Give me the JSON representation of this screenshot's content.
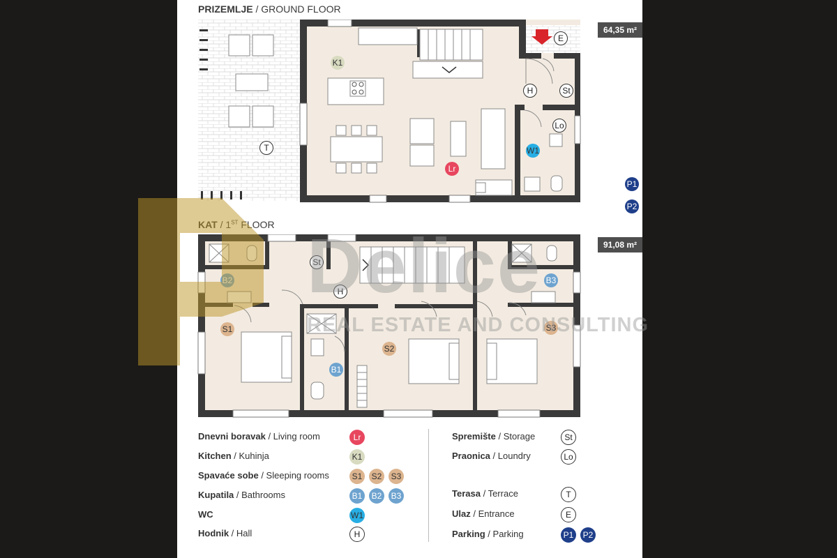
{
  "ground_floor": {
    "title_local": "PRIZEMLJE",
    "title_sep": " / ",
    "title_en": "GROUND FLOOR",
    "area": "64,35 m²",
    "rooms": {
      "kitchen": "K1",
      "living": "Lr",
      "hall": "H",
      "storage": "St",
      "laundry": "Lo",
      "wc": "W1",
      "terrace": "T",
      "entrance": "E"
    },
    "parking": [
      "P1",
      "P2"
    ]
  },
  "first_floor": {
    "title_local": "KAT",
    "title_sep": " / ",
    "title_num": "1",
    "title_sup": "ST",
    "title_en": " FLOOR",
    "area": "91,08 m²",
    "rooms": {
      "bath2": "B2",
      "storage": "St",
      "hall": "H",
      "bath3": "B3",
      "sleep1": "S1",
      "sleep2": "S2",
      "sleep3": "S3",
      "bath1": "B1"
    }
  },
  "legend": {
    "left": [
      {
        "bold": "Dnevni boravak",
        "rest": " / Living room",
        "icons": [
          {
            "label": "Lr",
            "style": "c-red"
          }
        ]
      },
      {
        "bold": "Kitchen",
        "rest": " / Kuhinja",
        "icons": [
          {
            "label": "K1",
            "style": "c-olive"
          }
        ]
      },
      {
        "bold": "Spavaće sobe",
        "rest": " / Sleeping rooms",
        "icons": [
          {
            "label": "S1",
            "style": "c-tan"
          },
          {
            "label": "S2",
            "style": "c-tan"
          },
          {
            "label": "S3",
            "style": "c-tan"
          }
        ]
      },
      {
        "bold": "Kupatila",
        "rest": " / Bathrooms",
        "icons": [
          {
            "label": "B1",
            "style": "c-blue"
          },
          {
            "label": "B2",
            "style": "c-blue"
          },
          {
            "label": "B3",
            "style": "c-blue"
          }
        ]
      },
      {
        "bold": "WC",
        "rest": "",
        "icons": [
          {
            "label": "W1",
            "style": "c-cyan"
          }
        ]
      },
      {
        "bold": "Hodnik",
        "rest": " / Hall",
        "icons": [
          {
            "label": "H",
            "style": "c-outline"
          }
        ]
      }
    ],
    "right": [
      {
        "bold": "Spremište",
        "rest": " / Storage",
        "icons": [
          {
            "label": "St",
            "style": "c-outline"
          }
        ]
      },
      {
        "bold": "Praonica",
        "rest": " / Loundry",
        "icons": [
          {
            "label": "Lo",
            "style": "c-outline"
          }
        ]
      },
      {
        "bold": "Terasa",
        "rest": " / Terrace",
        "icons": [
          {
            "label": "T",
            "style": "c-outline"
          }
        ]
      },
      {
        "bold": "Ulaz",
        "rest": " / Entrance",
        "icons": [
          {
            "label": "E",
            "style": "c-outline"
          }
        ]
      },
      {
        "bold": "Parking",
        "rest": " / Parking",
        "icons": [
          {
            "label": "P1",
            "style": "c-navy"
          },
          {
            "label": "P2",
            "style": "c-navy"
          }
        ]
      }
    ]
  },
  "watermark": {
    "brand": "Delice",
    "tagline": "REAL ESTATE AND CONSULTING"
  },
  "colors": {
    "wall": "#3a3a3a",
    "floor": "#f3ebe1",
    "terrace": "#ffffff",
    "area_badge": "#4e4e4e",
    "living": "#e8465f",
    "kitchen": "#d8dbc0",
    "sleeping": "#dcb48e",
    "bath": "#6ea3cf",
    "wc": "#27aee4",
    "parking": "#1f3f8a",
    "entrance_arrow": "#d8242a"
  }
}
